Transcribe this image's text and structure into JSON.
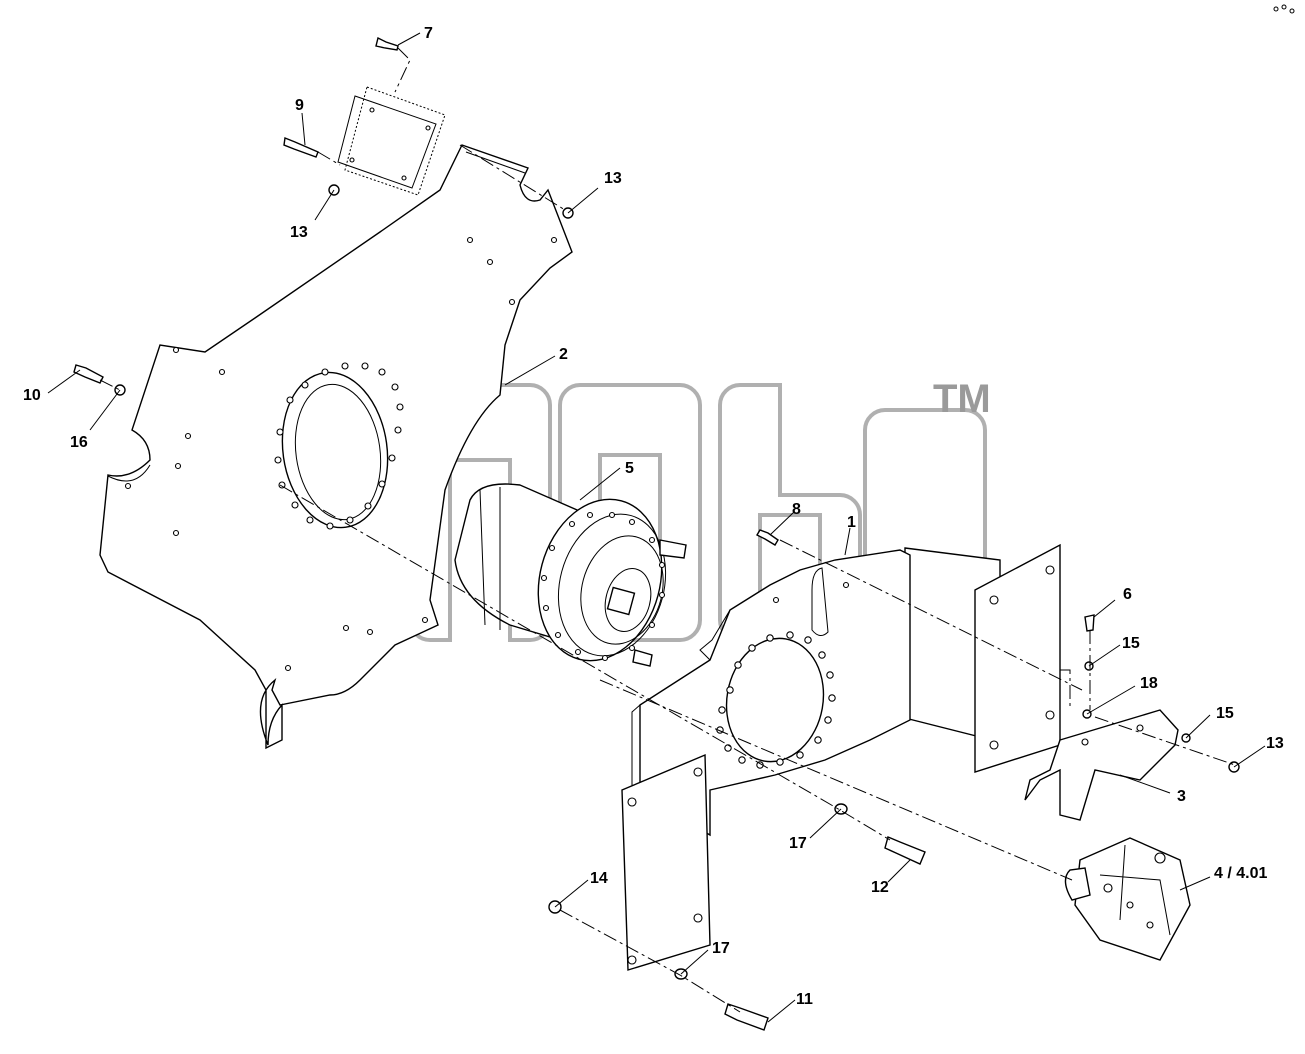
{
  "diagram": {
    "callouts": [
      "7",
      "9",
      "13",
      "13",
      "2",
      "10",
      "16",
      "5",
      "8",
      "1",
      "6",
      "15",
      "18",
      "15",
      "13",
      "3",
      "17",
      "12",
      "4 / 4.01",
      "14",
      "17",
      "11"
    ],
    "watermark": "TM",
    "colors": {
      "line": "#000000",
      "background": "#ffffff",
      "watermark": "#9a9a9a"
    }
  }
}
